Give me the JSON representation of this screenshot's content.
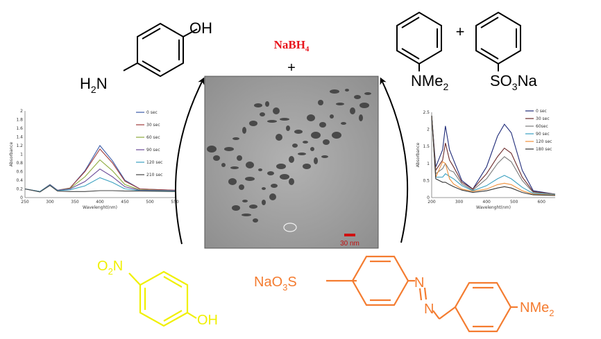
{
  "reagent": {
    "name": "NaBH",
    "subscript": "4",
    "plus": "+"
  },
  "tem": {
    "scale_text": "30 nm"
  },
  "molecules": {
    "aminophenol": {
      "oh": "OH",
      "h": "H",
      "two": "2",
      "n": "N"
    },
    "nitrophenol": {
      "o": "O",
      "two": "2",
      "n": "N",
      "oh": "OH"
    },
    "dimethylaniline": {
      "label": "NMe",
      "sub": "2"
    },
    "benzenesulfonate": {
      "so": "SO",
      "sub": "3",
      "na": "Na"
    },
    "plus": "+",
    "methyl_orange": {
      "nao": "NaO",
      "sub": "3",
      "s": "S",
      "n1": "N",
      "n2": "N",
      "nme": "NMe",
      "sub2": "2"
    }
  },
  "colors": {
    "nitrophenol": "#f0f000",
    "methyl_orange": "#f47c30",
    "reagent": "#e8141c",
    "scale": "#d01010",
    "arrow": "#000000"
  },
  "chart_data": [
    {
      "type": "line",
      "title": "",
      "xlabel": "Wavelenght(nm)",
      "ylabel": "Absorbance",
      "xlim": [
        250,
        550
      ],
      "ylim": [
        0,
        2
      ],
      "xticks": [
        "250",
        "300",
        "350",
        "400",
        "450",
        "500",
        "550"
      ],
      "yticks": [
        "0",
        "0.2",
        "0.4",
        "0.6",
        "0.8",
        "1",
        "1.2",
        "1.4",
        "1.6",
        "1.8",
        "2"
      ],
      "legend_position": "right",
      "series": [
        {
          "name": "0 sec",
          "color": "#3a5ba8",
          "points": [
            [
              250,
              0.2
            ],
            [
              280,
              0.14
            ],
            [
              300,
              0.3
            ],
            [
              315,
              0.17
            ],
            [
              340,
              0.22
            ],
            [
              370,
              0.62
            ],
            [
              400,
              1.2
            ],
            [
              425,
              0.85
            ],
            [
              450,
              0.4
            ],
            [
              480,
              0.2
            ],
            [
              550,
              0.17
            ]
          ]
        },
        {
          "name": "30 sec",
          "color": "#9e3b3b",
          "points": [
            [
              250,
              0.2
            ],
            [
              280,
              0.14
            ],
            [
              300,
              0.3
            ],
            [
              315,
              0.17
            ],
            [
              340,
              0.22
            ],
            [
              370,
              0.6
            ],
            [
              400,
              1.12
            ],
            [
              425,
              0.8
            ],
            [
              450,
              0.38
            ],
            [
              480,
              0.2
            ],
            [
              550,
              0.17
            ]
          ]
        },
        {
          "name": "60 sec",
          "color": "#8caa3c",
          "points": [
            [
              250,
              0.2
            ],
            [
              280,
              0.14
            ],
            [
              300,
              0.3
            ],
            [
              315,
              0.17
            ],
            [
              340,
              0.21
            ],
            [
              370,
              0.48
            ],
            [
              400,
              0.87
            ],
            [
              425,
              0.62
            ],
            [
              450,
              0.3
            ],
            [
              480,
              0.18
            ],
            [
              550,
              0.16
            ]
          ]
        },
        {
          "name": "90 sec",
          "color": "#6a4a98",
          "points": [
            [
              250,
              0.2
            ],
            [
              280,
              0.14
            ],
            [
              300,
              0.3
            ],
            [
              315,
              0.17
            ],
            [
              340,
              0.2
            ],
            [
              370,
              0.37
            ],
            [
              400,
              0.66
            ],
            [
              425,
              0.48
            ],
            [
              450,
              0.25
            ],
            [
              480,
              0.17
            ],
            [
              550,
              0.16
            ]
          ]
        },
        {
          "name": "120 sec",
          "color": "#3aa0c0",
          "points": [
            [
              250,
              0.2
            ],
            [
              280,
              0.14
            ],
            [
              300,
              0.29
            ],
            [
              315,
              0.16
            ],
            [
              340,
              0.18
            ],
            [
              370,
              0.27
            ],
            [
              400,
              0.46
            ],
            [
              425,
              0.35
            ],
            [
              450,
              0.2
            ],
            [
              480,
              0.16
            ],
            [
              550,
              0.15
            ]
          ]
        },
        {
          "name": "210 sec",
          "color": "#444444",
          "points": [
            [
              250,
              0.2
            ],
            [
              280,
              0.13
            ],
            [
              300,
              0.28
            ],
            [
              315,
              0.15
            ],
            [
              340,
              0.14
            ],
            [
              370,
              0.14
            ],
            [
              400,
              0.16
            ],
            [
              425,
              0.16
            ],
            [
              450,
              0.15
            ],
            [
              480,
              0.15
            ],
            [
              550,
              0.14
            ]
          ]
        }
      ]
    },
    {
      "type": "line",
      "title": "",
      "xlabel": "Wavelenght(nm)",
      "ylabel": "Absorbance",
      "xlim": [
        200,
        650
      ],
      "ylim": [
        0,
        2.5
      ],
      "xticks": [
        "200",
        "300",
        "400",
        "500",
        "600"
      ],
      "yticks": [
        "0",
        "0.5",
        "1",
        "1.5",
        "2",
        "2.5"
      ],
      "legend_position": "right",
      "series": [
        {
          "name": "0 sec",
          "color": "#1e2a78",
          "points": [
            [
              200,
              2.4
            ],
            [
              215,
              0.9
            ],
            [
              240,
              1.4
            ],
            [
              250,
              2.1
            ],
            [
              265,
              1.4
            ],
            [
              280,
              1.1
            ],
            [
              310,
              0.5
            ],
            [
              350,
              0.25
            ],
            [
              400,
              0.9
            ],
            [
              440,
              1.8
            ],
            [
              465,
              2.15
            ],
            [
              490,
              1.9
            ],
            [
              530,
              0.8
            ],
            [
              570,
              0.2
            ],
            [
              650,
              0.1
            ]
          ]
        },
        {
          "name": "30 sec",
          "color": "#6b2a2a",
          "points": [
            [
              200,
              2.4
            ],
            [
              215,
              0.8
            ],
            [
              240,
              1.1
            ],
            [
              250,
              1.6
            ],
            [
              265,
              1.1
            ],
            [
              280,
              0.9
            ],
            [
              310,
              0.45
            ],
            [
              350,
              0.25
            ],
            [
              400,
              0.7
            ],
            [
              440,
              1.2
            ],
            [
              465,
              1.45
            ],
            [
              490,
              1.3
            ],
            [
              530,
              0.6
            ],
            [
              570,
              0.17
            ],
            [
              650,
              0.1
            ]
          ]
        },
        {
          "name": "60sec",
          "color": "#7a7a7a",
          "points": [
            [
              200,
              2.4
            ],
            [
              215,
              0.7
            ],
            [
              240,
              0.85
            ],
            [
              250,
              1.0
            ],
            [
              265,
              0.8
            ],
            [
              280,
              0.75
            ],
            [
              310,
              0.4
            ],
            [
              350,
              0.22
            ],
            [
              400,
              0.55
            ],
            [
              440,
              1.0
            ],
            [
              465,
              1.2
            ],
            [
              490,
              1.05
            ],
            [
              530,
              0.5
            ],
            [
              570,
              0.15
            ],
            [
              650,
              0.1
            ]
          ]
        },
        {
          "name": "90 sec",
          "color": "#3aa0c0",
          "points": [
            [
              200,
              2.4
            ],
            [
              215,
              0.6
            ],
            [
              240,
              0.6
            ],
            [
              250,
              0.7
            ],
            [
              265,
              0.62
            ],
            [
              280,
              0.55
            ],
            [
              310,
              0.35
            ],
            [
              350,
              0.2
            ],
            [
              400,
              0.35
            ],
            [
              440,
              0.55
            ],
            [
              465,
              0.65
            ],
            [
              490,
              0.55
            ],
            [
              530,
              0.3
            ],
            [
              570,
              0.12
            ],
            [
              650,
              0.08
            ]
          ]
        },
        {
          "name": "120 sec",
          "color": "#f0903a",
          "points": [
            [
              200,
              2.4
            ],
            [
              215,
              0.6
            ],
            [
              240,
              1.05
            ],
            [
              250,
              1.0
            ],
            [
              265,
              0.55
            ],
            [
              280,
              0.4
            ],
            [
              310,
              0.25
            ],
            [
              350,
              0.18
            ],
            [
              400,
              0.25
            ],
            [
              440,
              0.38
            ],
            [
              465,
              0.42
            ],
            [
              490,
              0.38
            ],
            [
              530,
              0.2
            ],
            [
              570,
              0.1
            ],
            [
              650,
              0.07
            ]
          ]
        },
        {
          "name": "180 sec",
          "color": "#333333",
          "points": [
            [
              200,
              2.4
            ],
            [
              215,
              0.55
            ],
            [
              240,
              0.45
            ],
            [
              250,
              0.45
            ],
            [
              265,
              0.38
            ],
            [
              280,
              0.32
            ],
            [
              310,
              0.22
            ],
            [
              350,
              0.15
            ],
            [
              400,
              0.2
            ],
            [
              440,
              0.28
            ],
            [
              465,
              0.32
            ],
            [
              490,
              0.28
            ],
            [
              530,
              0.15
            ],
            [
              570,
              0.08
            ],
            [
              650,
              0.06
            ]
          ]
        }
      ]
    }
  ]
}
